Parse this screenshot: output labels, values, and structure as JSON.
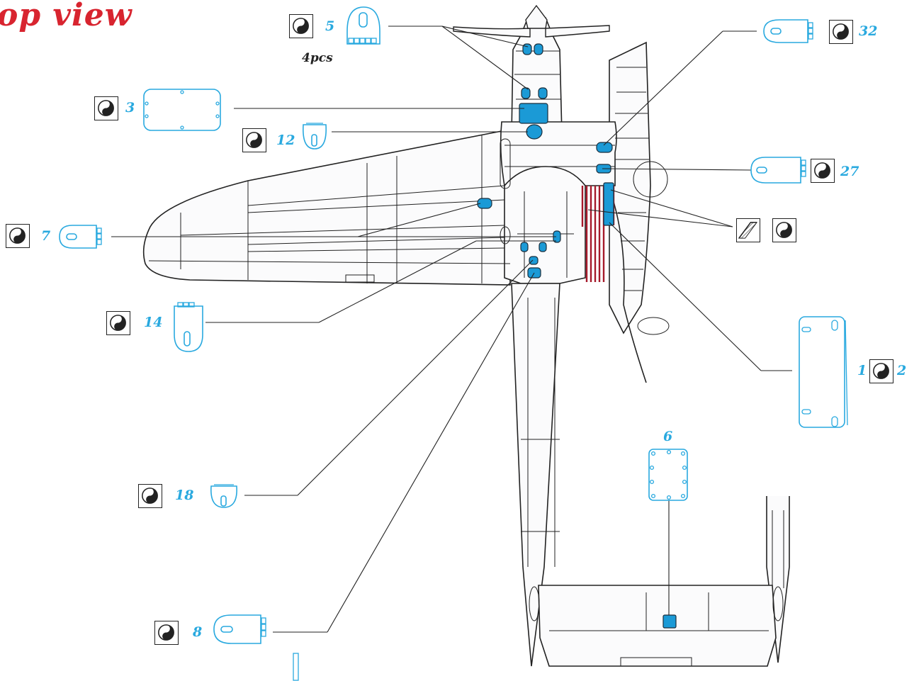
{
  "title": "op view",
  "colors": {
    "part_blue": "#29a9df",
    "fill_blue": "#1b9ad6",
    "accent_red": "#d8242f",
    "stripe_red": "#a5192a",
    "line": "#222222",
    "body_fill": "#fbfbfc"
  },
  "icons": {
    "paint_icon": "yin-yang-icon",
    "decal_icon": "decal-sheet-icon"
  },
  "callouts": {
    "c5": {
      "number": "5",
      "note": "4pcs"
    },
    "c32": {
      "number": "32"
    },
    "c3": {
      "number": "3"
    },
    "c12": {
      "number": "12"
    },
    "c27": {
      "number": "27"
    },
    "c7": {
      "number": "7"
    },
    "c14": {
      "number": "14"
    },
    "c1": {
      "number_left": "1",
      "number_right": "2"
    },
    "c6": {
      "number": "6"
    },
    "c18": {
      "number": "18"
    },
    "c8": {
      "number": "8"
    }
  }
}
